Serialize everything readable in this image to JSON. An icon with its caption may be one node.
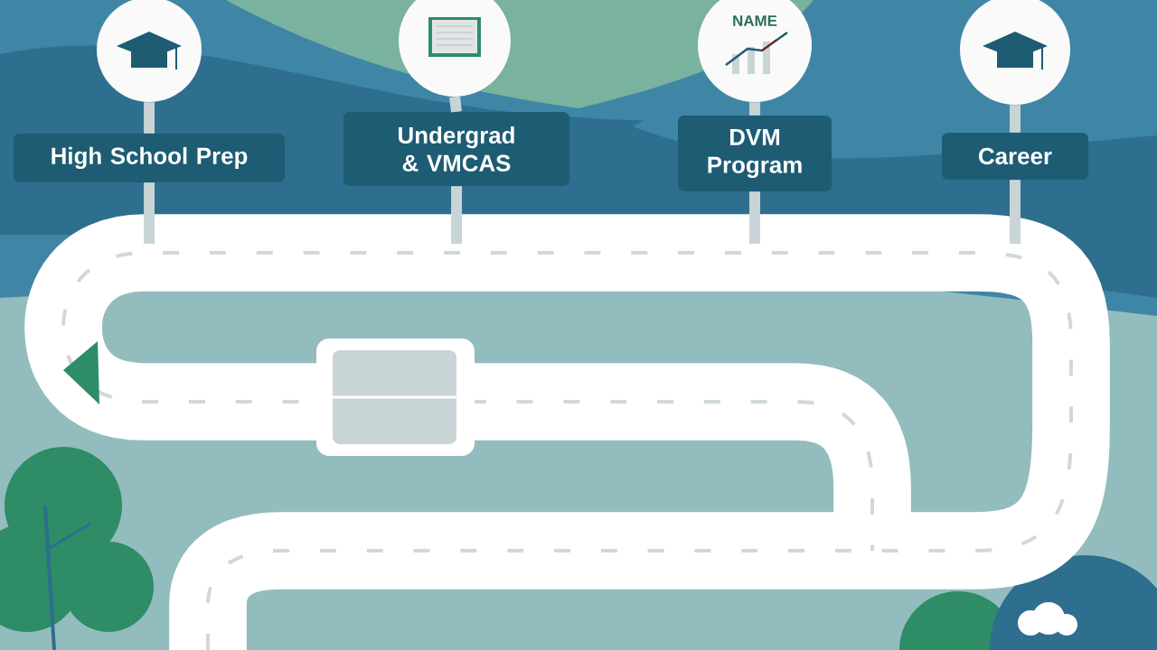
{
  "diagram": {
    "nodes": [
      {
        "text": [],
        "shape": "picture"
      },
      {
        "text": [
          "High School Prep"
        ]
      },
      {
        "text": [],
        "shape": "picture"
      },
      {
        "text": [
          "Undergrad & VMCAS"
        ]
      },
      {
        "text": [],
        "shape": "picture"
      },
      {
        "text": [
          "DVM Program"
        ]
      },
      {
        "text": [],
        "shape": "picture"
      },
      {
        "text": [
          "Career"
        ]
      }
    ],
    "edges": [
      {
        "from": 0,
        "to": 1,
        "arrow": "none"
      },
      {
        "from": 1,
        "to": null,
        "arrow": "none"
      },
      {
        "from": 2,
        "to": 3,
        "arrow": "none"
      },
      {
        "from": 3,
        "to": null,
        "arrow": "none"
      },
      {
        "from": 4,
        "to": 5,
        "arrow": "none"
      },
      {
        "from": 5,
        "to": null,
        "arrow": "none"
      },
      {
        "from": 6,
        "to": 7,
        "arrow": "none"
      },
      {
        "from": 7,
        "to": null,
        "arrow": "none"
      }
    ],
    "labels": [
      "NAME"
    ]
  }
}
